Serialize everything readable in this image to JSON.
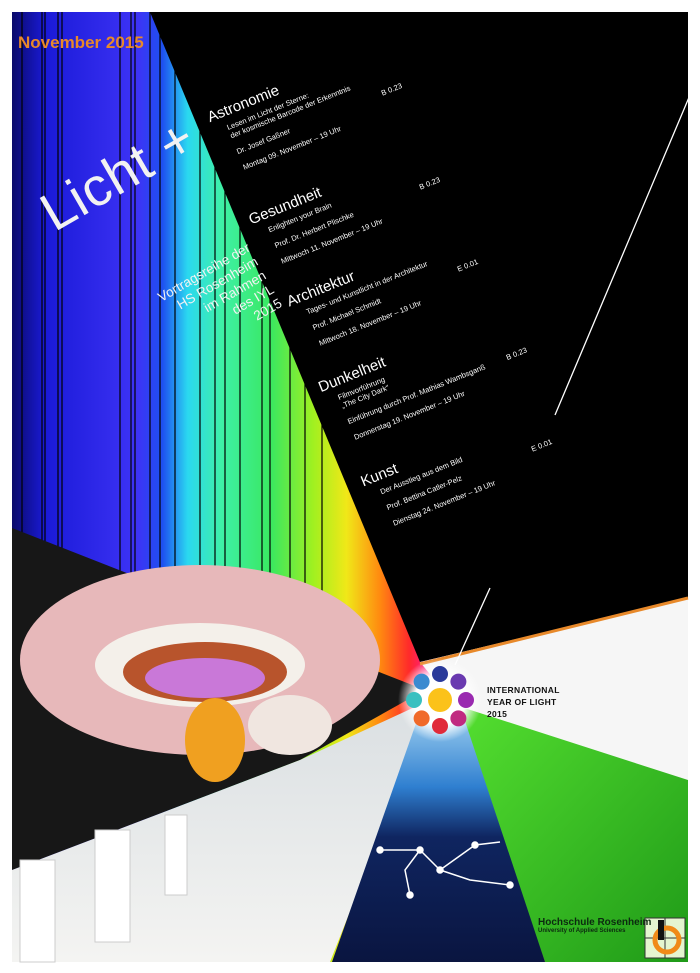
{
  "poster": {
    "month": "November 2015",
    "title": "Licht +",
    "subtitle": [
      "Vortragsreihe der",
      "HS Rosenheim",
      "im Rahmen",
      "des IYL",
      "2015"
    ],
    "colors": {
      "accent": "#e8892a",
      "background": "#000000",
      "beam": "#35d12a"
    },
    "sections": [
      {
        "heading": "Astronomie",
        "lines": [
          "Lesen im Licht der Sterne:",
          "der kosmische Barcode der Erkenntnis"
        ],
        "speaker": "Dr. Josef Gaßner",
        "room": "B 0.23",
        "date": "Montag 09. November – 19 Uhr"
      },
      {
        "heading": "Gesundheit",
        "lines": [
          "Enlighten your Brain"
        ],
        "speaker": "Prof. Dr. Herbert Plischke",
        "room": "B 0.23",
        "date": "Mittwoch 11. November – 19 Uhr"
      },
      {
        "heading": "Architektur",
        "lines": [
          "Tages- und Kunstlicht in der Architektur"
        ],
        "speaker": "Prof. Michael Schmidt",
        "room": "E 0.01",
        "date": "Mittwoch 18. November – 19 Uhr"
      },
      {
        "heading": "Dunkelheit",
        "lines": [
          "Filmvorführung",
          "„The City Dark“"
        ],
        "speaker": "Einführung durch Prof. Mathias Wambsganß",
        "room": "B 0.23",
        "date": "Donnerstag 19. November – 19 Uhr"
      },
      {
        "heading": "Kunst",
        "lines": [
          "Der Ausstieg aus dem Bild"
        ],
        "speaker": "Prof. Bettina Catler-Pelz",
        "room": "E 0.01",
        "date": "Dienstag 24. November – 19 Uhr"
      }
    ],
    "iyl": [
      "INTERNATIONAL",
      "YEAR OF LIGHT",
      "2015"
    ],
    "university": {
      "name": "Hochschule Rosenheim",
      "subtitle": "University of Applied Sciences"
    }
  }
}
